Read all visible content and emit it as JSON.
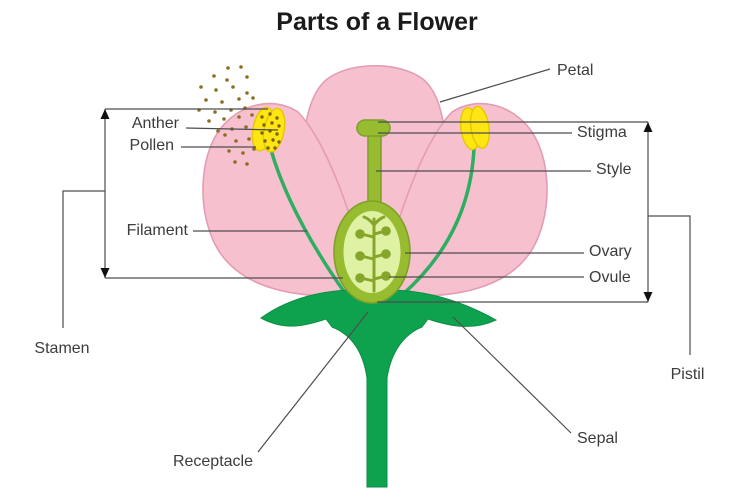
{
  "title": "Parts of a Flower",
  "labels": {
    "petal": "Petal",
    "stigma": "Stigma",
    "style": "Style",
    "ovary": "Ovary",
    "ovule": "Ovule",
    "pistil": "Pistil",
    "sepal": "Sepal",
    "receptacle": "Receptacle",
    "anther": "Anther",
    "pollen": "Pollen",
    "filament": "Filament",
    "stamen": "Stamen"
  },
  "colors": {
    "petal": "#F7C0CF",
    "petal_outline": "#E49CB2",
    "anther": "#FFE512",
    "anther_outline": "#E4C800",
    "pollen": "#8A6E22",
    "anther_dot": "#7A6414",
    "filament": "#2FAE62",
    "pistil": "#97BC30",
    "pistil_outline": "#7FA028",
    "ovary_inner": "#DFF1A3",
    "placenta": "#86A62B",
    "sepal": "#0FA24E",
    "sepal_outline": "#0A8F44",
    "line": "#4D4D4D",
    "arrow": "#111111",
    "text": "#3C3C3C",
    "title": "#1A1A1A"
  }
}
